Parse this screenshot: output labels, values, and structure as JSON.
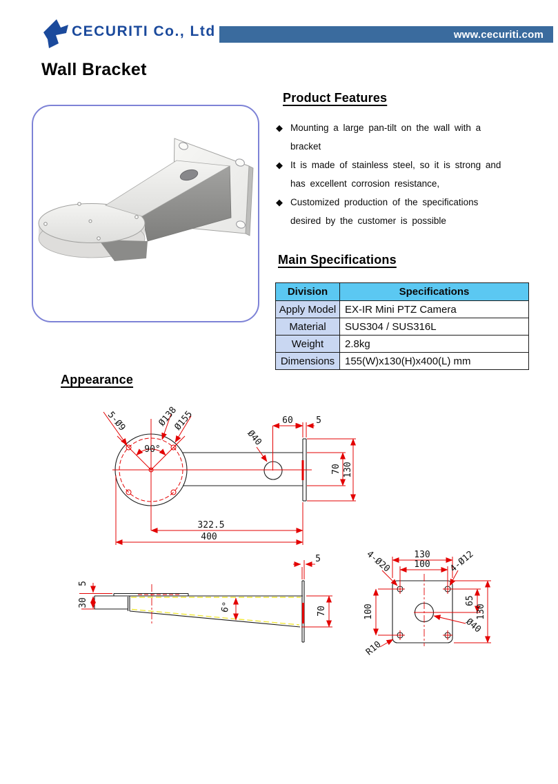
{
  "header": {
    "company_name": "CECURITI Co., Ltd",
    "website": "www.cecuriti.com"
  },
  "page": {
    "title": "Wall Bracket"
  },
  "features": {
    "heading": "Product Features",
    "bullet": "◆",
    "items": [
      "Mounting a large pan-tilt on the wall with a\nbracket",
      "It is made of stainless steel, so it is strong and\nhas excellent corrosion resistance,",
      "Customized production of the specifications\ndesired by the customer is possible"
    ]
  },
  "specifications": {
    "heading": "Main Specifications",
    "columns": [
      "Division",
      "Specifications"
    ],
    "rows": [
      [
        "Apply Model",
        "EX-IR Mini PTZ Camera"
      ],
      [
        "Material",
        "SUS304 / SUS316L"
      ],
      [
        "Weight",
        "2.8kg"
      ],
      [
        "Dimensions",
        "155(W)x130(H)x400(L) mm"
      ]
    ]
  },
  "appearance": {
    "heading": "Appearance",
    "top_view": {
      "hole_callout": "5-Ø9",
      "bolt_circle_dia": "Ø138",
      "outer_dia": "Ø155",
      "angle": "90°",
      "tube_dia": "Ø40",
      "dim_60": "60",
      "dim_5": "5",
      "dim_70": "70",
      "dim_130": "130",
      "dim_322_5": "322.5",
      "dim_400": "400"
    },
    "side_view": {
      "dim_5_left": "5",
      "dim_30": "30",
      "angle": "6°",
      "dim_5_right": "5",
      "dim_70": "70"
    },
    "face_view": {
      "dim_130_top": "130",
      "dim_100_top": "100",
      "hole_callout_left": "4-Ø20",
      "hole_callout_right": "4-Ø12",
      "dim_100_left": "100",
      "dim_65": "65",
      "dim_130_right": "130",
      "center_dia": "Ø40",
      "corner_radius": "R10"
    }
  },
  "colors": {
    "logo_blue": "#1b4a9c",
    "bar_blue": "#3a6b9e",
    "box_border": "#7d82d6",
    "table_header_bg": "#5bc8f2",
    "table_label_bg": "#c9d7f2",
    "dim_red": "#e30000",
    "taper_yellow": "#f0e73a"
  }
}
